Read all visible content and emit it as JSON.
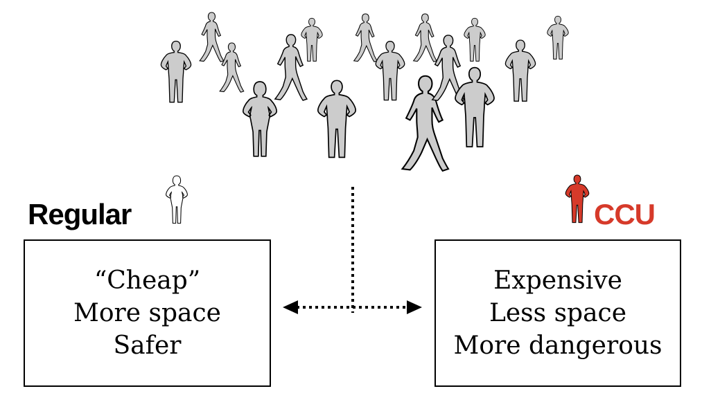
{
  "labels": {
    "regular": "Regular",
    "ccu": "CCU"
  },
  "regular_box": {
    "lines": [
      "“Cheap”",
      "More space",
      "Safer"
    ]
  },
  "ccu_box": {
    "lines": [
      "Expensive",
      "Less space",
      "More dangerous"
    ]
  },
  "colors": {
    "crowd_fill": "#cccccc",
    "ccu_accent": "#d63a2a",
    "regular_figure_fill": "#ffffff",
    "outline": "#000000"
  },
  "icons": {
    "crowd_figure": "person-silhouette-icon",
    "regular_figure": "woman-silhouette-icon",
    "ccu_figure": "man-silhouette-icon"
  }
}
